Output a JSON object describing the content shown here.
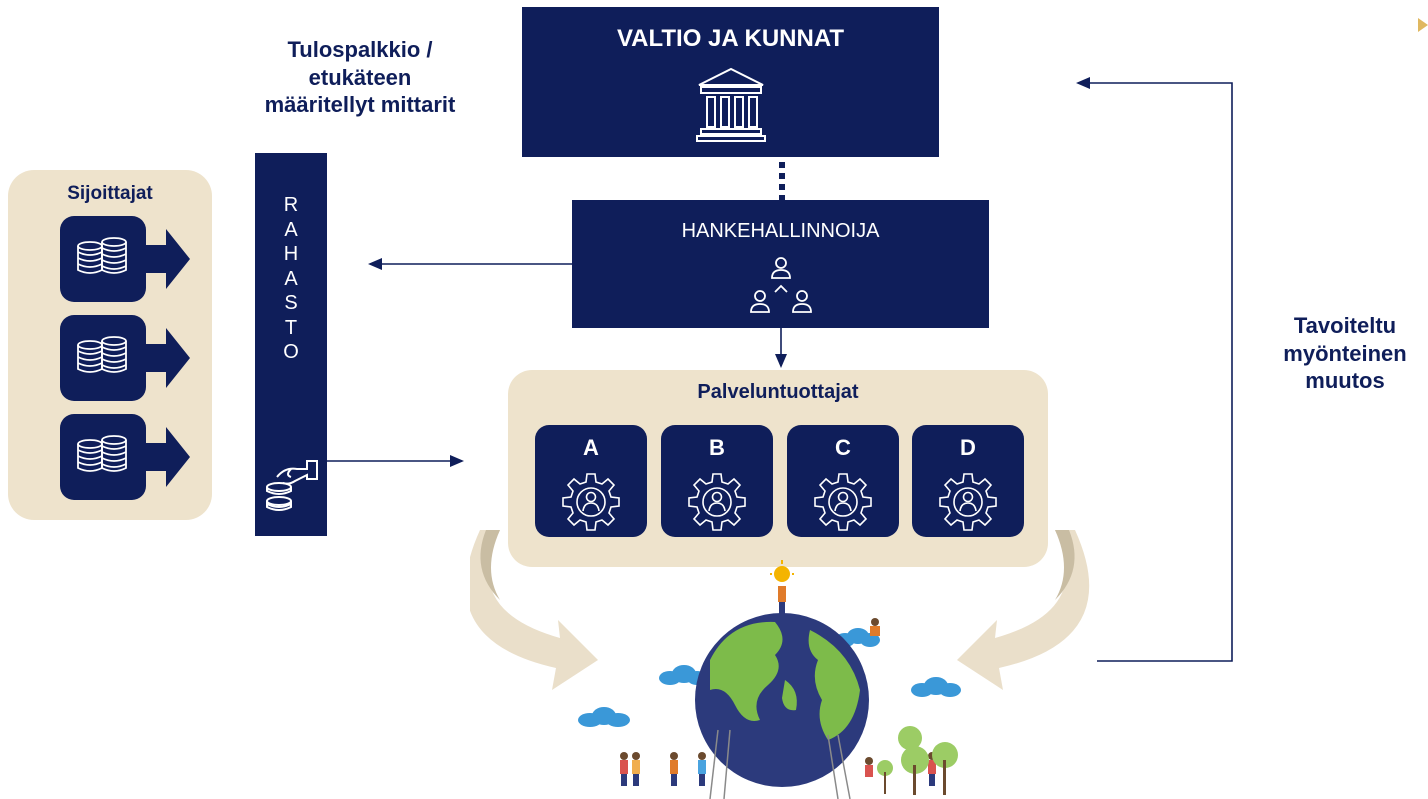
{
  "colors": {
    "navy": "#0f1e5a",
    "beige": "#eee3cc",
    "arc": "#cbbfa6",
    "earth_ocean": "#2c3a7c",
    "earth_land": "#7dbb4a",
    "cloud": "#3a98d8"
  },
  "left_label": {
    "line1": "Tulospalkkio /",
    "line2": "etukäteen",
    "line3": "määritellyt mittarit"
  },
  "investors": {
    "title": "Sijoittajat",
    "icon": "coins-stack-icon"
  },
  "fund": {
    "letters": [
      "R",
      "A",
      "H",
      "A",
      "S",
      "T",
      "O"
    ],
    "icon": "hand-coin-icon"
  },
  "government": {
    "title": "VALTIO JA KUNNAT",
    "icon": "government-building-icon"
  },
  "manager": {
    "title": "HANKEHALLINNOIJA",
    "icon": "people-network-icon"
  },
  "providers": {
    "title": "Palveluntuottajat",
    "items": [
      {
        "label": "A"
      },
      {
        "label": "B"
      },
      {
        "label": "C"
      },
      {
        "label": "D"
      }
    ],
    "icon": "gear-person-icon"
  },
  "right_label": {
    "line1": "Tavoiteltu",
    "line2": "myönteinen",
    "line3": "muutos"
  },
  "earth": {
    "icon": "globe-with-people-illustration"
  }
}
